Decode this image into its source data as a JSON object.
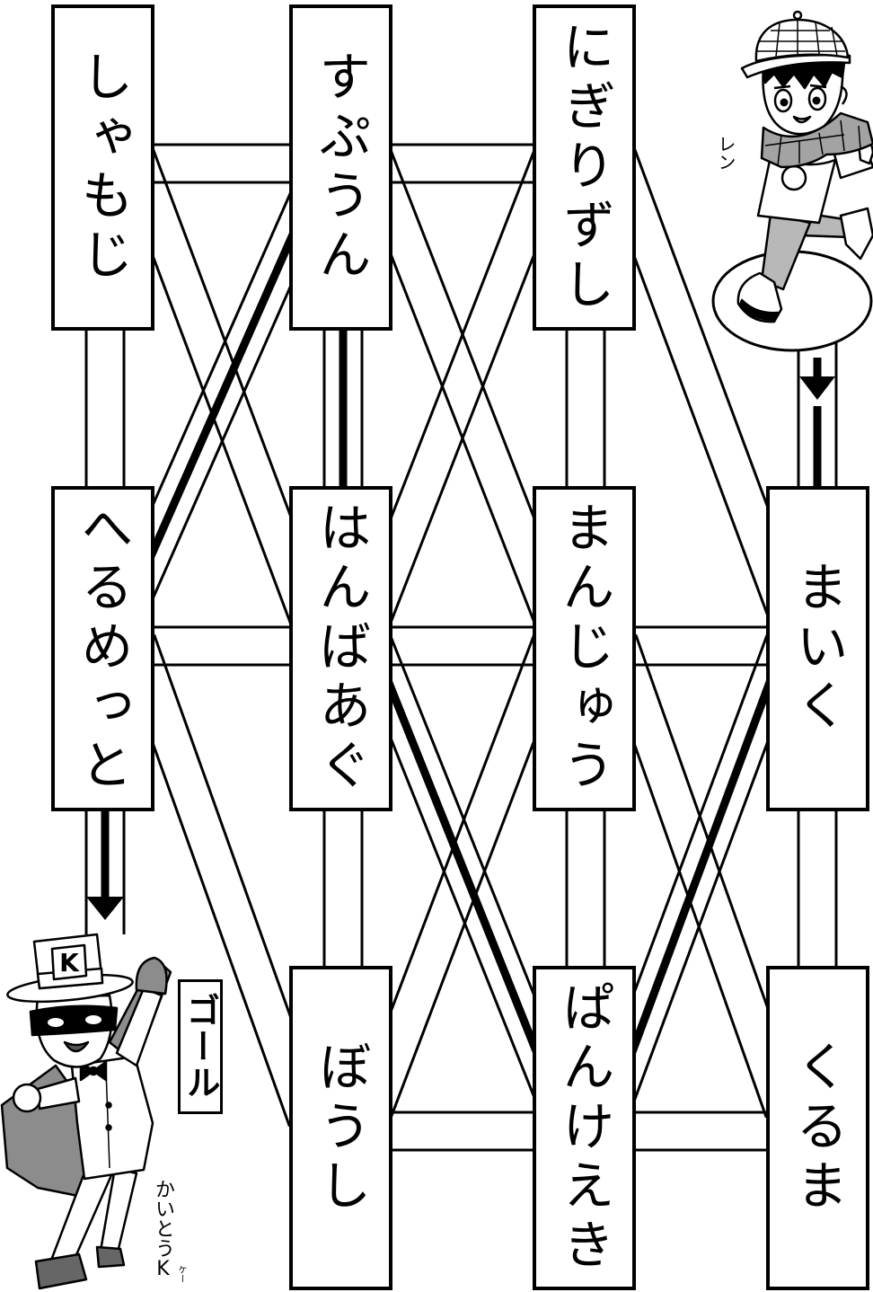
{
  "maze": {
    "row1": [
      "しゃもじ",
      "すぷうん",
      "にぎりずし"
    ],
    "row2": [
      "へるめっと",
      "はんばあぐ",
      "まんじゅう",
      "まいく"
    ],
    "row3": [
      "ぼうし",
      "ぱんけえき",
      "くるま"
    ]
  },
  "start": {
    "character_name": "レン"
  },
  "goal": {
    "label": "ゴール",
    "character_name": "かいとうK",
    "character_name_ruby": "ケー",
    "hat_letter": "K"
  },
  "colors": {
    "ink": "#000000",
    "paper": "#ffffff",
    "cape": "#8c8c8c",
    "scarf": "#a3a3a3",
    "trousers": "#b8b8b8"
  }
}
